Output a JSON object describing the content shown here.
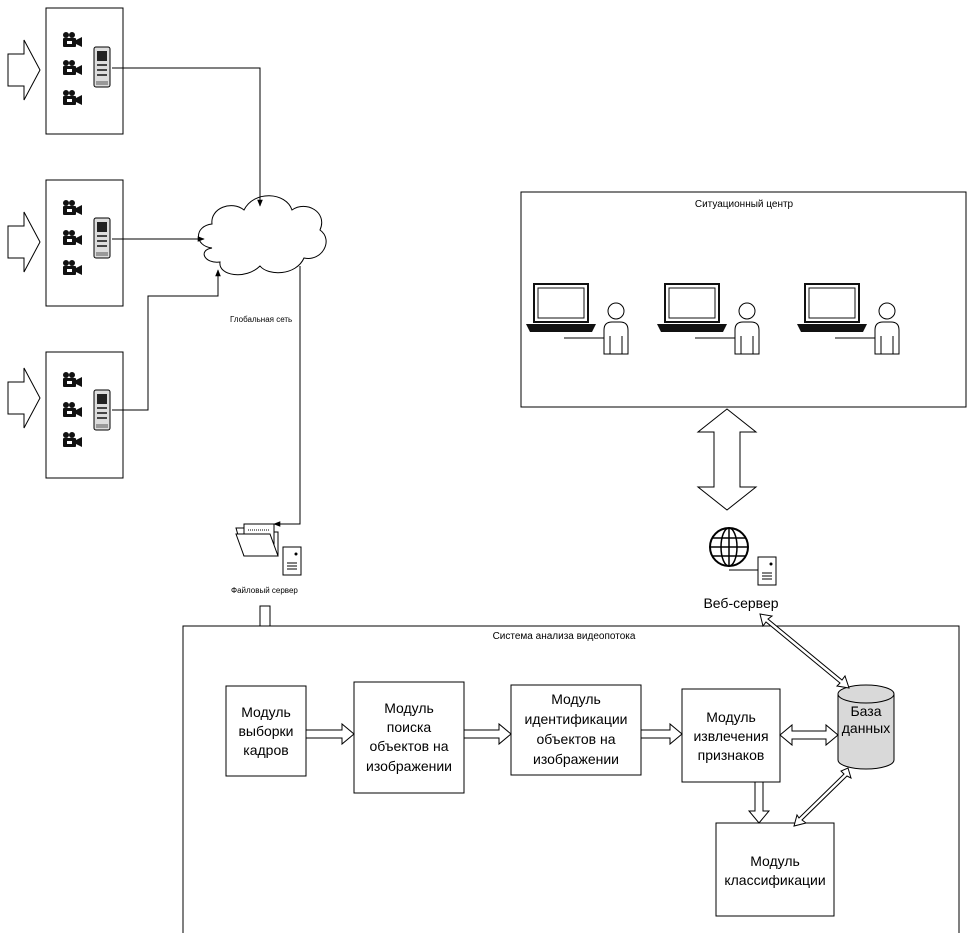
{
  "labels": {
    "global_network": "Глобальная сеть",
    "file_server": "Файловый сервер",
    "situation_center": "Ситуационный центр",
    "web_server": "Веб-сервер",
    "analysis_system": "Система анализа видеопотока"
  },
  "modules": {
    "frame_sampling": [
      "Модуль",
      "выборки",
      "кадров"
    ],
    "object_search": [
      "Модуль",
      "поиска",
      "объектов на",
      "изображении"
    ],
    "object_identification": [
      "Модуль",
      "идентификации",
      "объектов на",
      "изображении"
    ],
    "feature_extraction": [
      "Модуль",
      "извлечения",
      "признаков"
    ],
    "database": [
      "База",
      "данных"
    ],
    "classification": [
      "Модуль",
      "классификации"
    ]
  },
  "icons": {
    "camera": "video-camera-icon",
    "server": "server-tower-icon",
    "cloud": "cloud-icon",
    "folder": "folder-icon",
    "globe": "globe-icon",
    "laptop": "laptop-icon",
    "person": "person-icon",
    "database": "database-cylinder-icon"
  },
  "colors": {
    "line": "#000000",
    "database_fill": "#d9d9d9",
    "server_fill": "#cccccc"
  }
}
